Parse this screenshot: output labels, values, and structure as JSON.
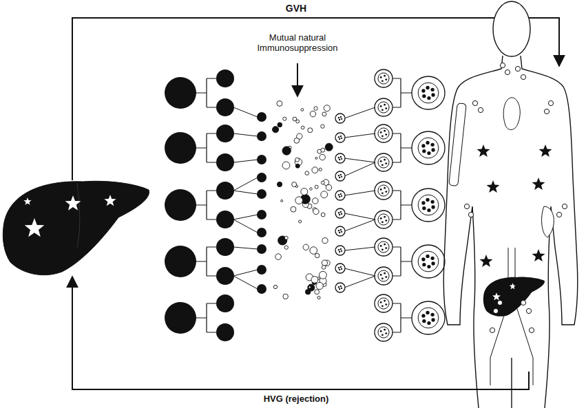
{
  "diagram": {
    "labels": [
      "GVH",
      "Mutual natural Immunosuppression",
      "HVG (rejection)"
    ]
  }
}
